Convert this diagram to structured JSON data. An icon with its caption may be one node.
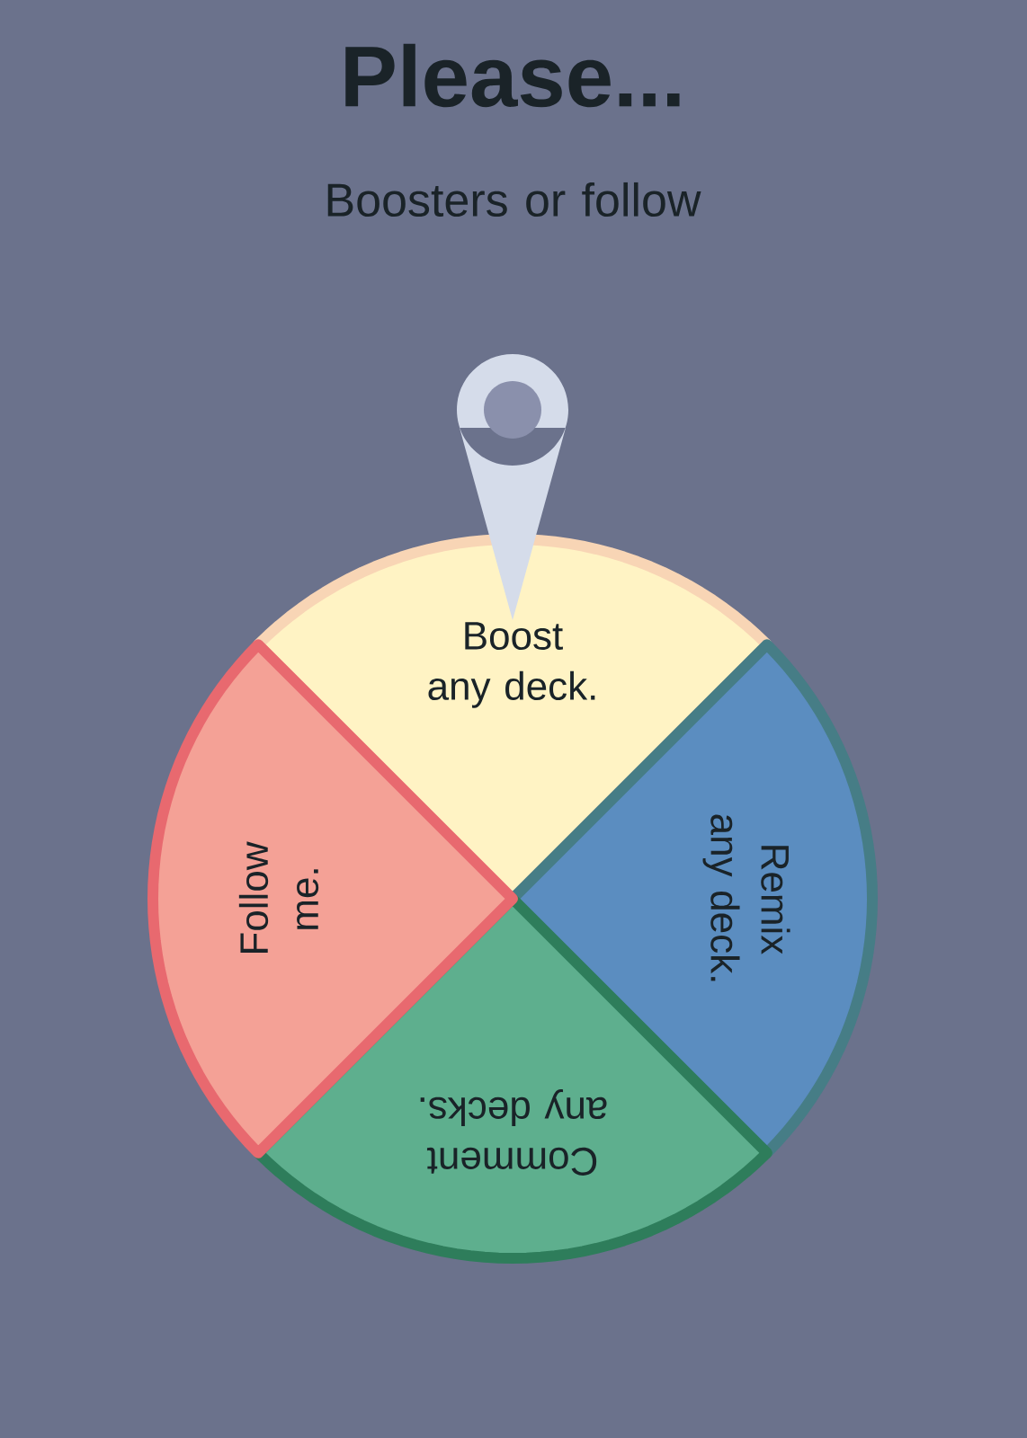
{
  "diagram": {
    "title": "Please...",
    "nodes": [
      {
        "text": [
          "Boost any deck."
        ]
      },
      {
        "text": [
          "Remix any deck."
        ]
      },
      {
        "text": [
          "Comment any decks."
        ]
      },
      {
        "text": [
          "Follow me."
        ]
      }
    ],
    "labels": [
      "Boosters or follow"
    ]
  }
}
